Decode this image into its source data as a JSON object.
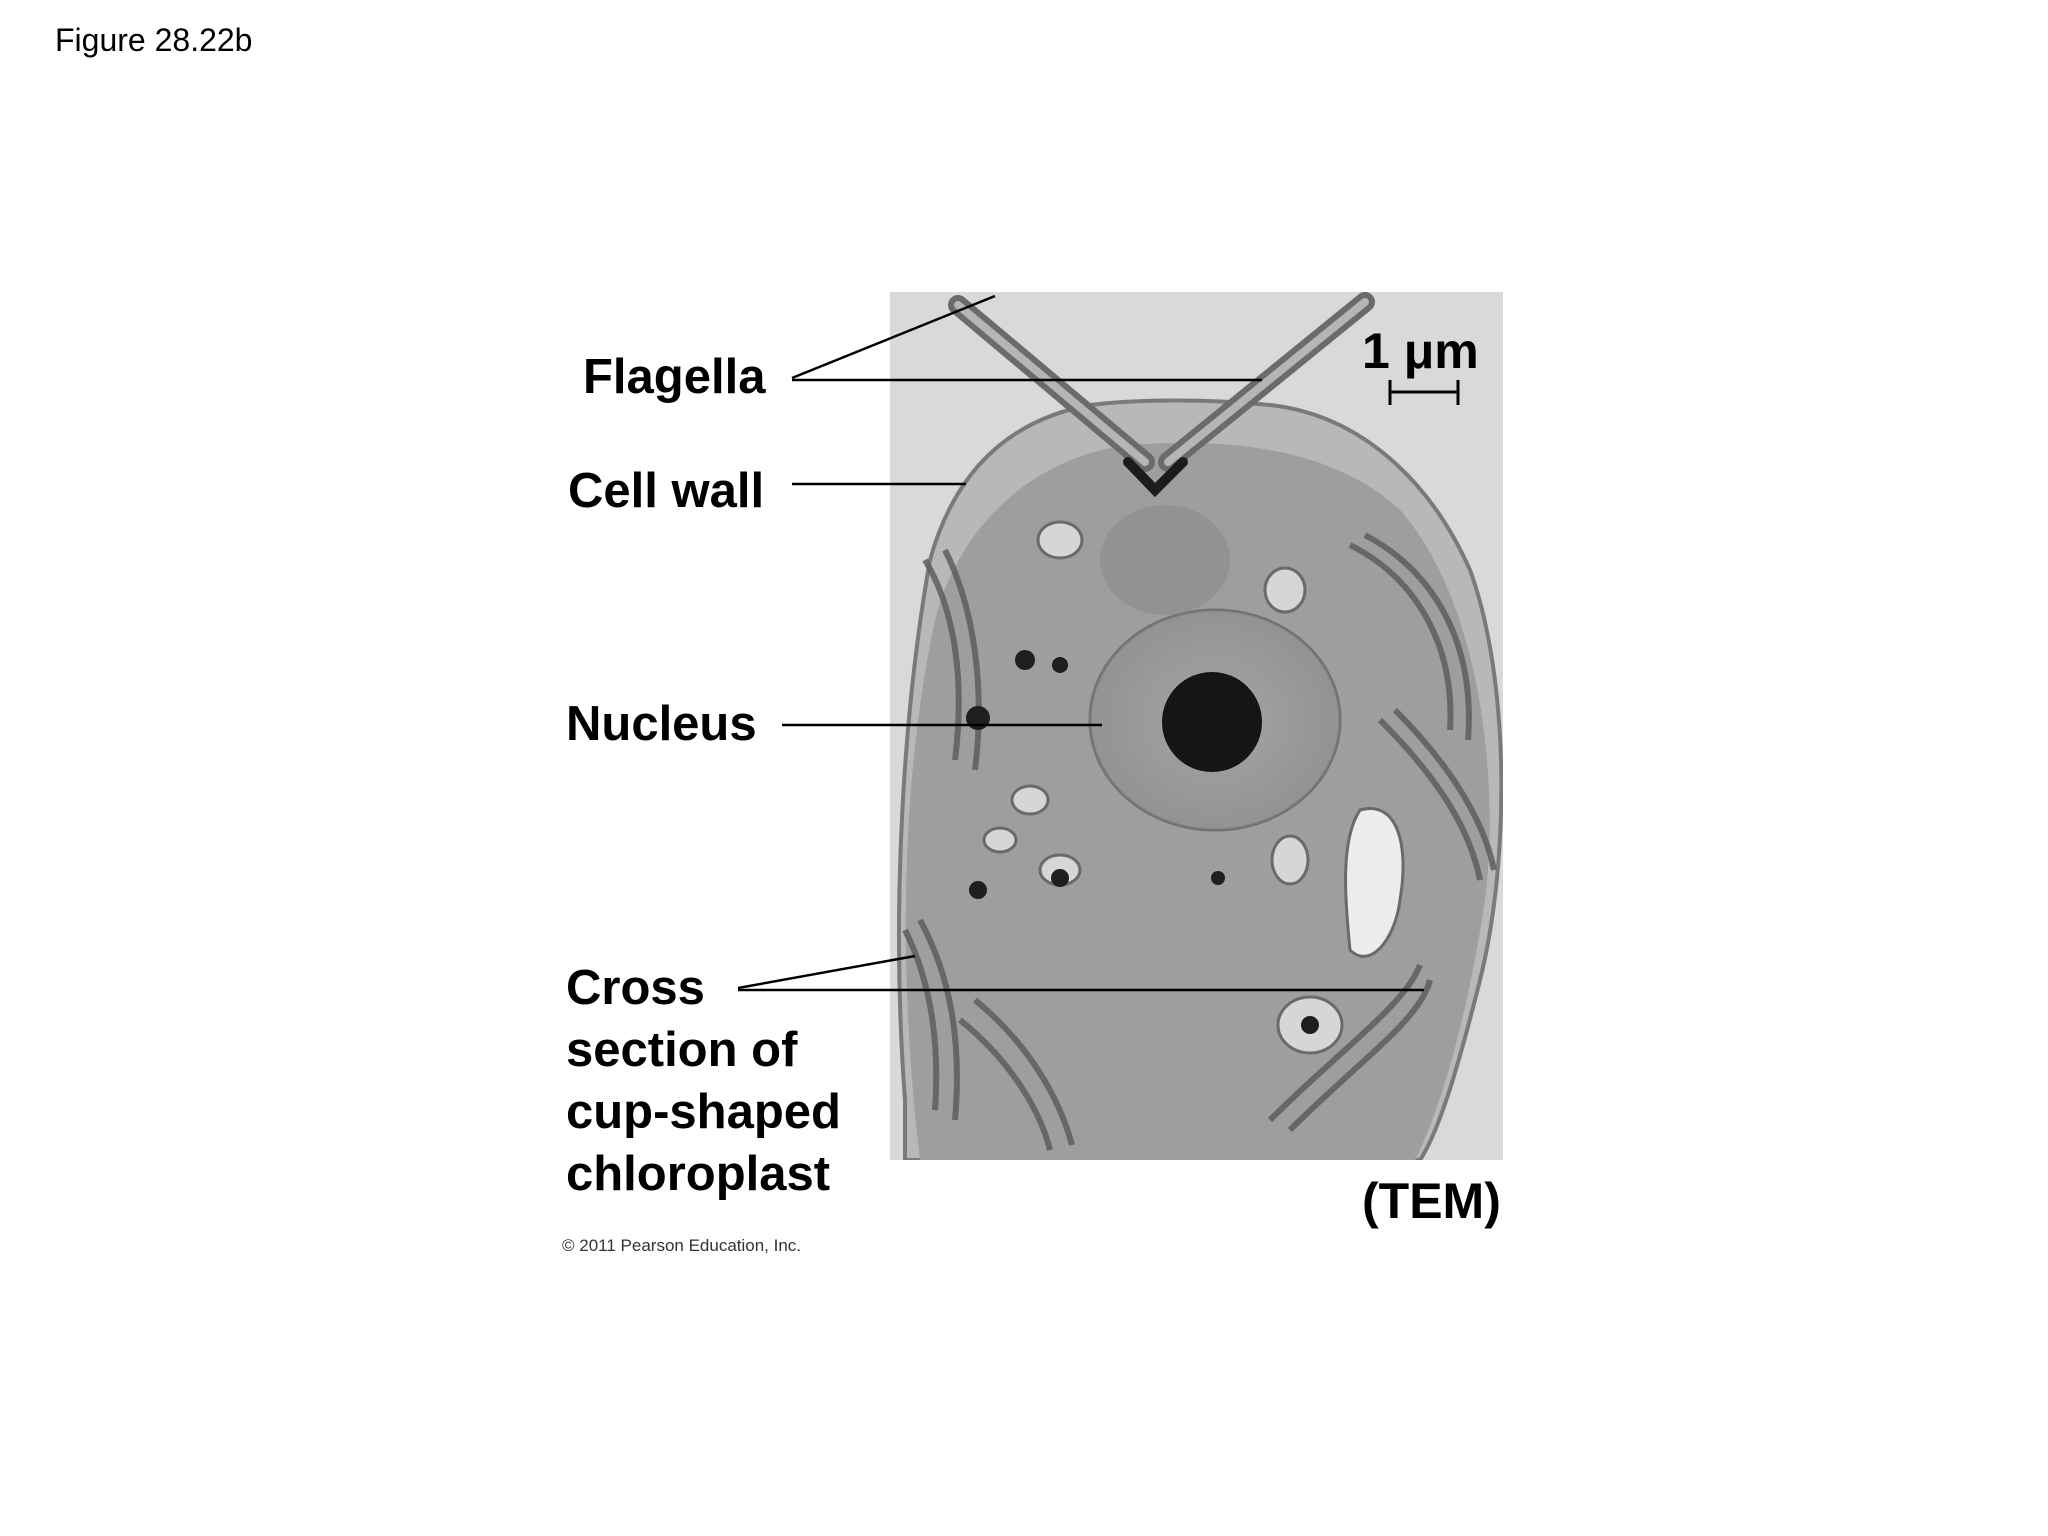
{
  "figure": {
    "title": "Figure 28.22b"
  },
  "labels": {
    "flagella": "Flagella",
    "cell_wall": "Cell wall",
    "nucleus": "Nucleus",
    "chloroplast": [
      "Cross",
      "section of",
      "cup-shaped",
      "chloroplast"
    ]
  },
  "scale_bar": {
    "label": "1 μm"
  },
  "image_type": "(TEM)",
  "copyright": "© 2011 Pearson Education, Inc."
}
